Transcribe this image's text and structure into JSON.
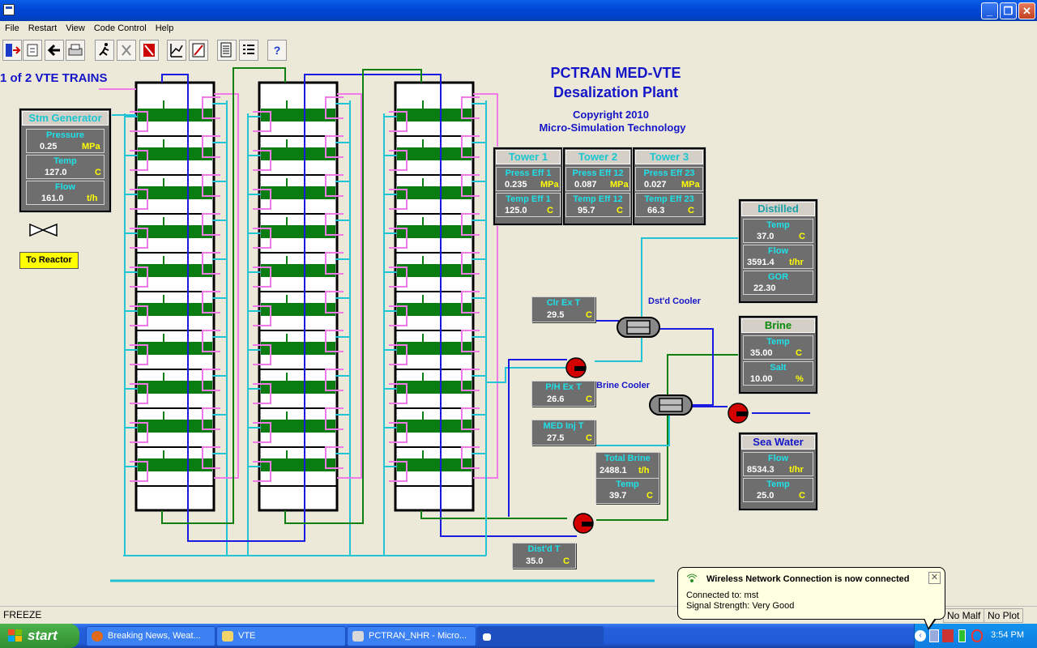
{
  "menu": [
    "File",
    "Restart",
    "View",
    "Code Control",
    "Help"
  ],
  "toolbar_icons": [
    "exit-icon",
    "restart-icon",
    "back-icon",
    "print-icon",
    "run-icon",
    "freeze-icon",
    "malfunction-icon",
    "plot-icon",
    "trend-icon",
    "report-icon",
    "checklist-icon",
    "help-icon"
  ],
  "plant": {
    "trains_label": "1 of 2 VTE TRAINS",
    "title_line1": "PCTRAN  MED-VTE",
    "title_line2": "Desalization Plant",
    "copyright": "Copyright 2010",
    "company": "Micro-Simulation Technology",
    "to_reactor": "To Reactor",
    "dstd_cooler": "Dst'd Cooler",
    "brine_cooler": "Brine Cooler"
  },
  "stm_generator": {
    "title": "Stm Generator",
    "pressure_label": "Pressure",
    "pressure_value": "0.25",
    "pressure_unit": "MPa",
    "temp_label": "Temp",
    "temp_value": "127.0",
    "temp_unit": "C",
    "flow_label": "Flow",
    "flow_value": "161.0",
    "flow_unit": "t/h"
  },
  "towers": [
    {
      "title": "Tower 1",
      "press_label": "Press Eff 1",
      "press_value": "0.235",
      "press_unit": "MPa",
      "temp_label": "Temp Eff 1",
      "temp_value": "125.0",
      "temp_unit": "C"
    },
    {
      "title": "Tower 2",
      "press_label": "Press Eff 12",
      "press_value": "0.087",
      "press_unit": "MPa",
      "temp_label": "Temp Eff 12",
      "temp_value": "95.7",
      "temp_unit": "C"
    },
    {
      "title": "Tower 3",
      "press_label": "Press Eff 23",
      "press_value": "0.027",
      "press_unit": "MPa",
      "temp_label": "Temp Eff 23",
      "temp_value": "66.3",
      "temp_unit": "C"
    }
  ],
  "distilled": {
    "title": "Distilled",
    "temp_label": "Temp",
    "temp_value": "37.0",
    "temp_unit": "C",
    "flow_label": "Flow",
    "flow_value": "3591.4",
    "flow_unit": "t/hr",
    "gor_label": "GOR",
    "gor_value": "22.30"
  },
  "brine": {
    "title": "Brine",
    "temp_label": "Temp",
    "temp_value": "35.00",
    "temp_unit": "C",
    "salt_label": "Salt",
    "salt_value": "10.00",
    "salt_unit": "%"
  },
  "sea_water": {
    "title": "Sea Water",
    "flow_label": "Flow",
    "flow_value": "8534.3",
    "flow_unit": "t/hr",
    "temp_label": "Temp",
    "temp_value": "25.0",
    "temp_unit": "C"
  },
  "clr_ex_t": {
    "label": "Clr Ex T",
    "value": "29.5",
    "unit": "C"
  },
  "ph_ex_t": {
    "label": "P/H Ex T",
    "value": "26.6",
    "unit": "C"
  },
  "med_inj_t": {
    "label": "MED Inj T",
    "value": "27.5",
    "unit": "C"
  },
  "total_brine": {
    "label": "Total Brine",
    "value": "2488.1",
    "unit": "t/h",
    "temp_label": "Temp",
    "temp_value": "39.7",
    "temp_unit": "C"
  },
  "dstd_t": {
    "label": "Dist'd T",
    "value": "35.0",
    "unit": "C"
  },
  "status": {
    "mode": "FREEZE",
    "no_malf": "No Malf",
    "no_plot": "No Plot"
  },
  "balloon": {
    "title": "Wireless Network Connection is now connected",
    "line1": "Connected to: mst",
    "line2": "Signal Strength: Very Good"
  },
  "taskbar": {
    "start": "start",
    "tasks": [
      "Breaking News, Weat...",
      "VTE",
      "PCTRAN_NHR - Micro...",
      ""
    ],
    "clock": "3:54 PM"
  },
  "colors": {
    "cyan_pipe": "#20c4d4",
    "pink_pipe": "#f07be8",
    "blue_pipe": "#1a1ae0",
    "green_pipe": "#108010",
    "effect_green": "#0a7d12"
  }
}
